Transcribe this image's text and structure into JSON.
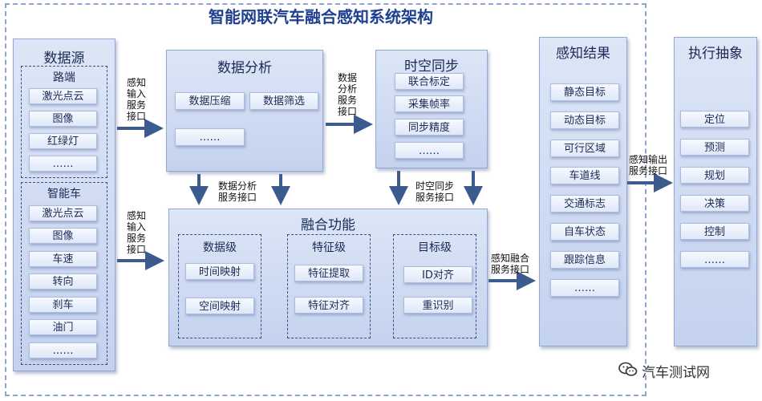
{
  "title": "智能网联汽车融合感知系统架构",
  "source": {
    "title": "数据源",
    "road": {
      "title": "路端",
      "items": [
        "激光点云",
        "图像",
        "红绿灯",
        "……"
      ]
    },
    "vehicle": {
      "title": "智能车",
      "items": [
        "激光点云",
        "图像",
        "车速",
        "转向",
        "刹车",
        "油门",
        "……"
      ]
    }
  },
  "analysis": {
    "title": "数据分析",
    "items": [
      "数据压缩",
      "数据筛选",
      "……"
    ]
  },
  "sync": {
    "title": "时空同步",
    "items": [
      "联合标定",
      "采集帧率",
      "同步精度",
      "……"
    ]
  },
  "fusion": {
    "title": "融合功能",
    "data_level": {
      "title": "数据级",
      "items": [
        "时间映射",
        "空间映射"
      ]
    },
    "feature_level": {
      "title": "特征级",
      "items": [
        "特征提取",
        "特征对齐"
      ]
    },
    "target_level": {
      "title": "目标级",
      "items": [
        "ID对齐",
        "重识别"
      ]
    }
  },
  "result": {
    "title": "感知结果",
    "items": [
      "静态目标",
      "动态目标",
      "可行区域",
      "车道线",
      "交通标志",
      "自车状态",
      "跟踪信息",
      "……"
    ]
  },
  "exec": {
    "title": "执行抽象",
    "items": [
      "定位",
      "预测",
      "规划",
      "决策",
      "控制",
      "……"
    ]
  },
  "labels": {
    "perception_input_1": "感知\n输入\n服务\n接口",
    "perception_input_2": "感知\n输入\n服务\n接口",
    "analysis_out": "数据\n分析\n服务\n接口",
    "analysis_service": "数据分析\n服务接口",
    "sync_service": "时空同步\n服务接口",
    "fusion_service": "感知融合\n服务接口",
    "perception_output": "感知输出\n服务接口"
  },
  "watermark": "汽车测试网"
}
